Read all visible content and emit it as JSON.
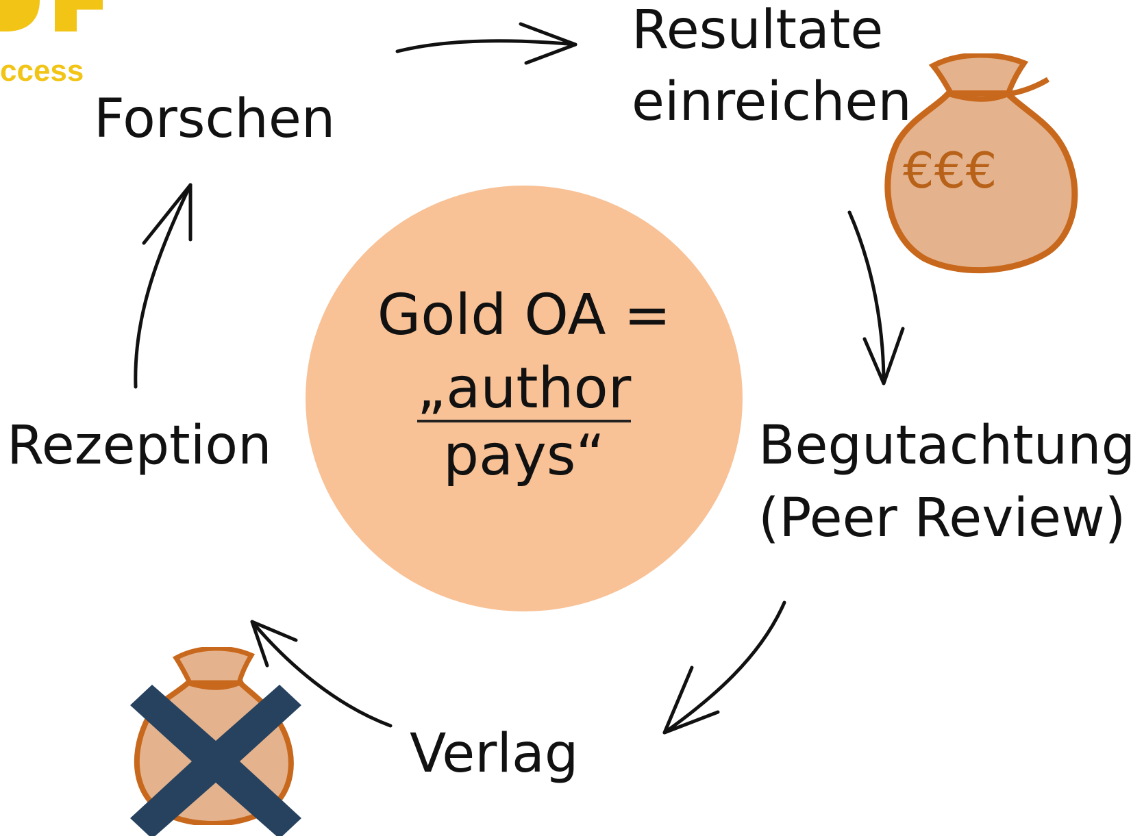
{
  "logo": {
    "text": "ccess"
  },
  "steps": {
    "forschen": "Forschen",
    "resultate_line1": "Resultate",
    "resultate_line2": "einreichen",
    "begutachtung_line1": "Begutachtung",
    "begutachtung_line2": "(Peer Review)",
    "verlag": "Verlag",
    "rezeption": "Rezeption"
  },
  "center": {
    "line1": "Gold OA =",
    "line2": "„author",
    "line3": "pays“"
  },
  "money_bag": {
    "label": "€€€",
    "icon": "money-bag-icon"
  },
  "crossed_bag": {
    "icon": "money-bag-icon",
    "cross_icon": "cross-icon"
  },
  "colors": {
    "logo": "#f2c416",
    "circle_fill": "#f8c196",
    "bag_fill": "#e4b38e",
    "bag_outline": "#c8681c",
    "bag_label": "#b86118",
    "cross": "#27425f",
    "text": "#111111",
    "arrow": "#111111"
  }
}
